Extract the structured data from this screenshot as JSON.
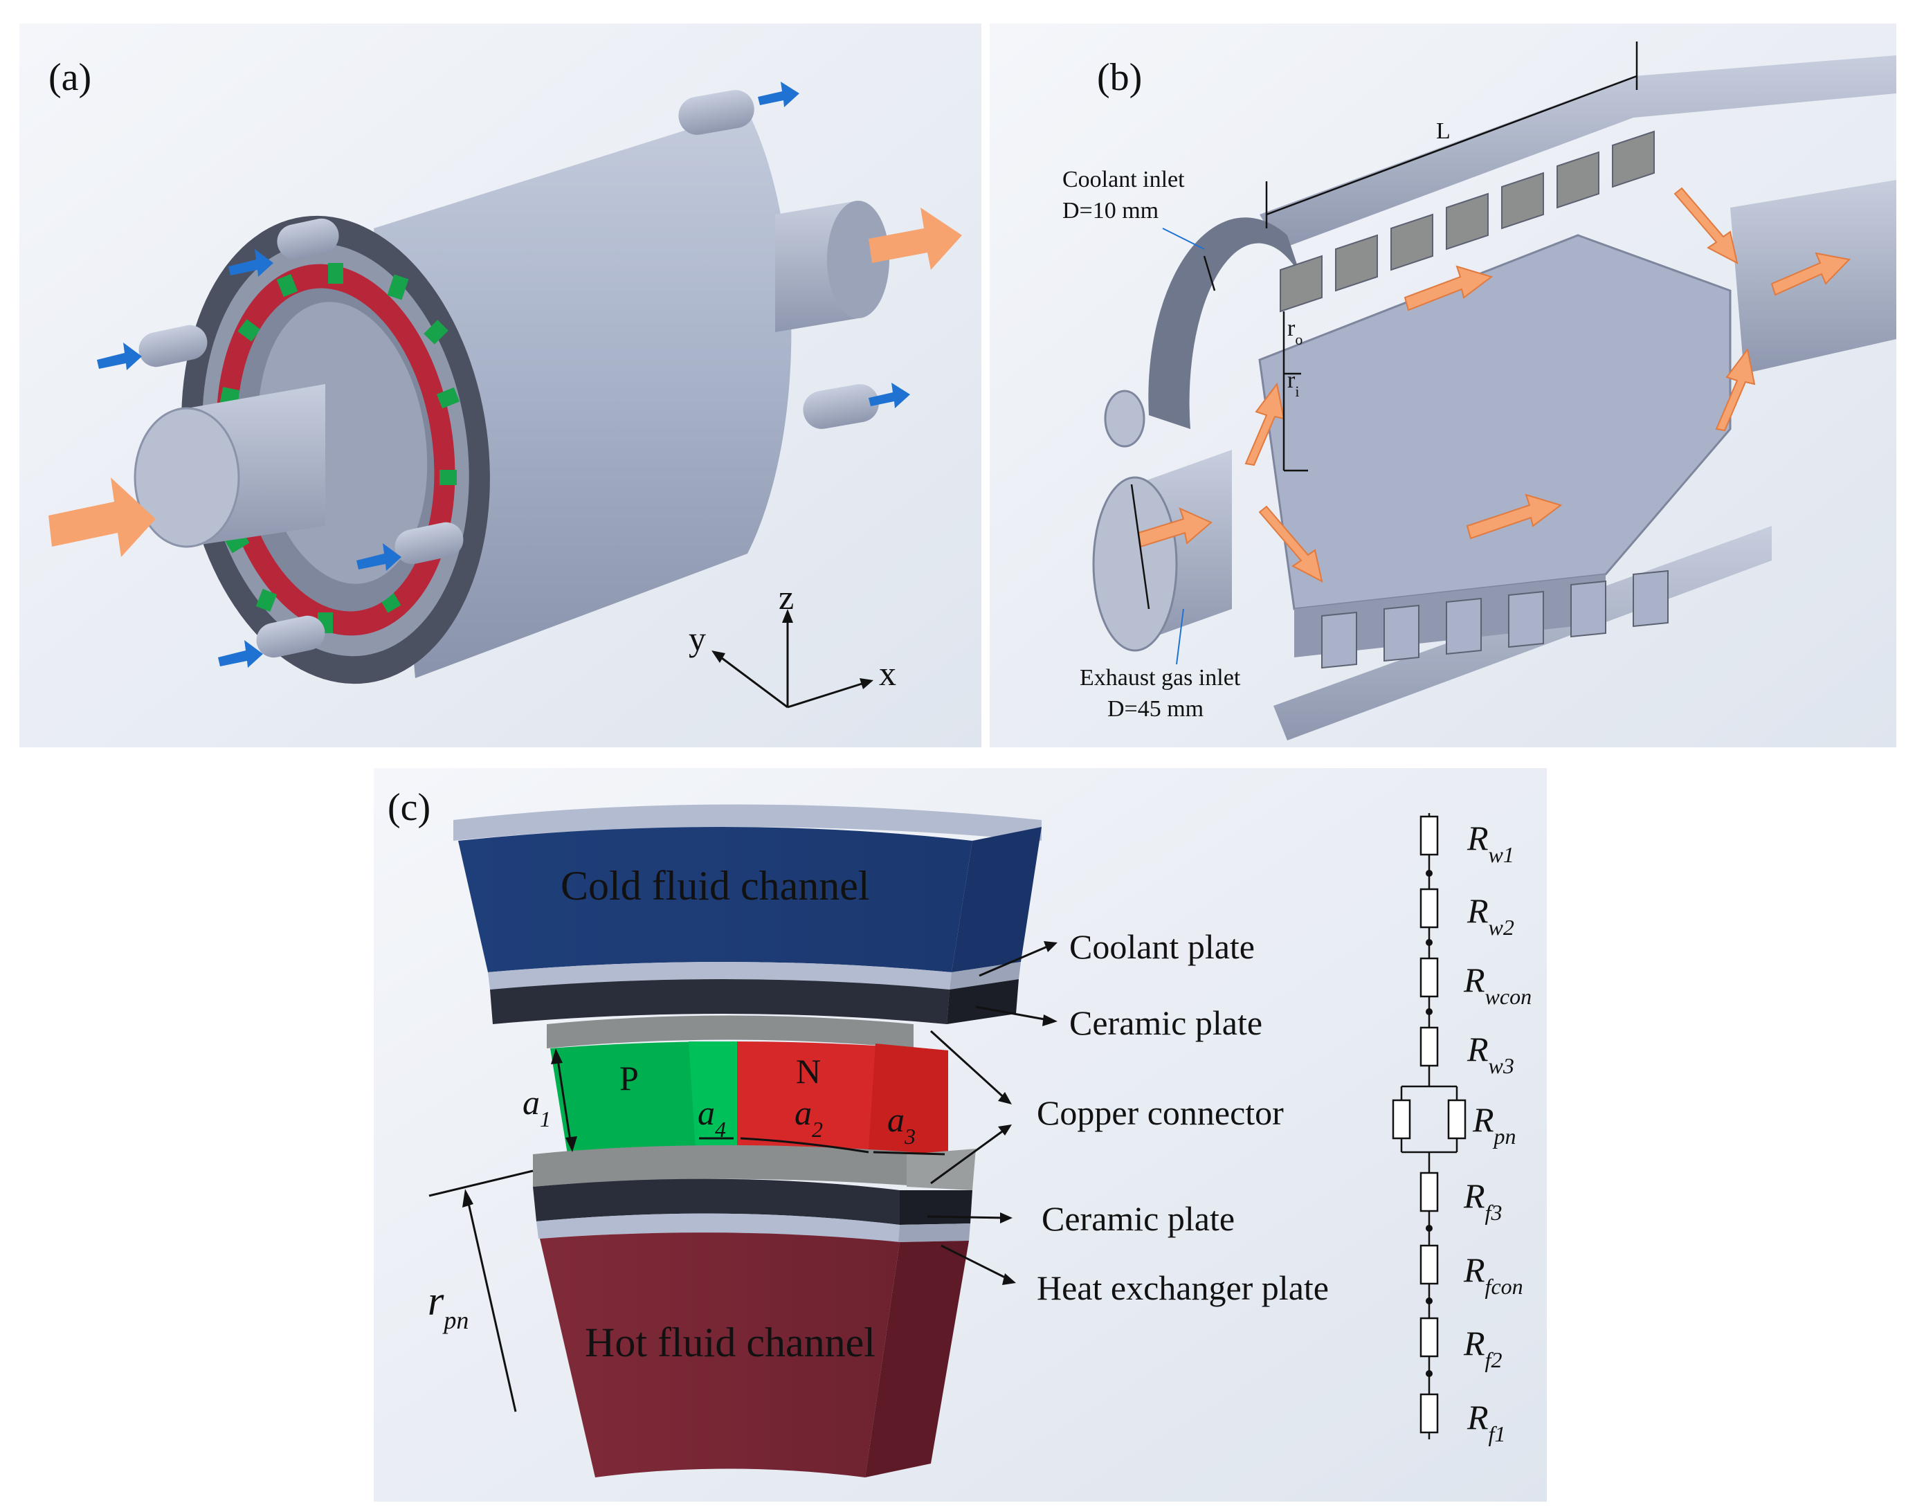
{
  "panels": {
    "a": {
      "label": "(a)",
      "axes": {
        "z": "z",
        "y": "y",
        "x": "x"
      }
    },
    "b": {
      "label": "(b)",
      "dimension_L": "L",
      "r_o": "r",
      "r_o_sub": "o",
      "r_i": "r",
      "r_i_sub": "i",
      "coolant_inlet_line1": "Coolant inlet",
      "coolant_inlet_line2": "D=10 mm",
      "exhaust_inlet_line1": "Exhaust gas inlet",
      "exhaust_inlet_line2": "D=45 mm"
    },
    "c": {
      "label": "(c)",
      "cold_channel": "Cold fluid channel",
      "hot_channel": "Hot fluid channel",
      "p_leg": "P",
      "n_leg": "N",
      "dims": {
        "a1": "a",
        "a1_sub": "1",
        "a2": "a",
        "a2_sub": "2",
        "a3": "a",
        "a3_sub": "3",
        "a4": "a",
        "a4_sub": "4",
        "rpn": "r",
        "rpn_sub": "pn"
      },
      "callouts": {
        "coolant_plate": "Coolant plate",
        "ceramic_plate_top": "Ceramic plate",
        "copper_connector": "Copper connector",
        "ceramic_plate_bottom": "Ceramic plate",
        "heat_exchanger_plate": "Heat exchanger plate"
      },
      "resistors": [
        {
          "base": "R",
          "sub": "w1"
        },
        {
          "base": "R",
          "sub": "w2"
        },
        {
          "base": "R",
          "sub": "wcon"
        },
        {
          "base": "R",
          "sub": "w3"
        },
        {
          "base": "R",
          "sub": "pn"
        },
        {
          "base": "R",
          "sub": "f3"
        },
        {
          "base": "R",
          "sub": "fcon"
        },
        {
          "base": "R",
          "sub": "f2"
        },
        {
          "base": "R",
          "sub": "f1"
        }
      ]
    }
  },
  "colors": {
    "metal": "#a9b2c8",
    "cold_channel": "#1f3f7a",
    "hot_channel": "#7e2535",
    "p_leg": "#00b050",
    "n_leg": "#d62828",
    "ceramic": "#2a2d3a",
    "copper": "#8a8e8e",
    "arrow_orange": "#f6a36f",
    "arrow_blue": "#1f72d1"
  }
}
